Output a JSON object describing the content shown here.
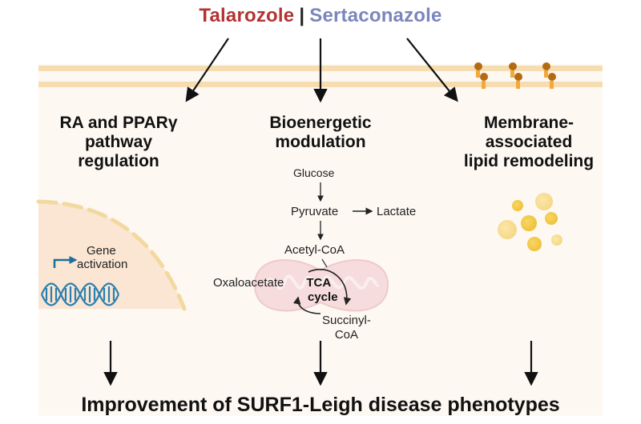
{
  "title": {
    "drug_1": "Talarozole",
    "separator": "|",
    "drug_2": "Sertaconazole",
    "drug_1_color": "#b53232",
    "drug_2_color": "#7a86bd"
  },
  "mechanisms": [
    {
      "id": "ra-ppar",
      "lines": [
        "RA and PPARγ",
        "pathway",
        "regulation"
      ]
    },
    {
      "id": "bioenergetic",
      "lines": [
        "Bioenergetic",
        "modulation"
      ]
    },
    {
      "id": "lipid",
      "lines": [
        "Membrane-",
        "associated",
        "lipid remodeling"
      ]
    }
  ],
  "nucleus": {
    "label_line1": "Gene",
    "label_line2": "activation"
  },
  "pathway": {
    "glucose": "Glucose",
    "pyruvate": "Pyruvate",
    "lactate": "Lactate",
    "acetyl_coa": "Acetyl-CoA",
    "oxaloacetate": "Oxaloacetate",
    "tca_line1": "TCA",
    "tca_line2": "cycle",
    "succinyl_line1": "Succinyl-",
    "succinyl_line2": "CoA"
  },
  "outcome": "Improvement of SURF1-Leigh disease phenotypes"
}
